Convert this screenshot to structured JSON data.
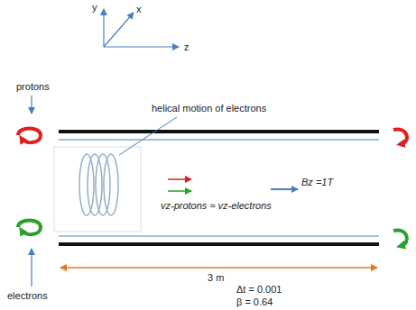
{
  "diagram": {
    "labels": [
      "y",
      "x",
      "z",
      "protons",
      "helical motion of electrons",
      "vz-protons ≈ vz-electrons",
      "Bz =1T",
      "electrons",
      "3 m",
      "Δt = 0.001",
      "β = 0.64"
    ]
  }
}
